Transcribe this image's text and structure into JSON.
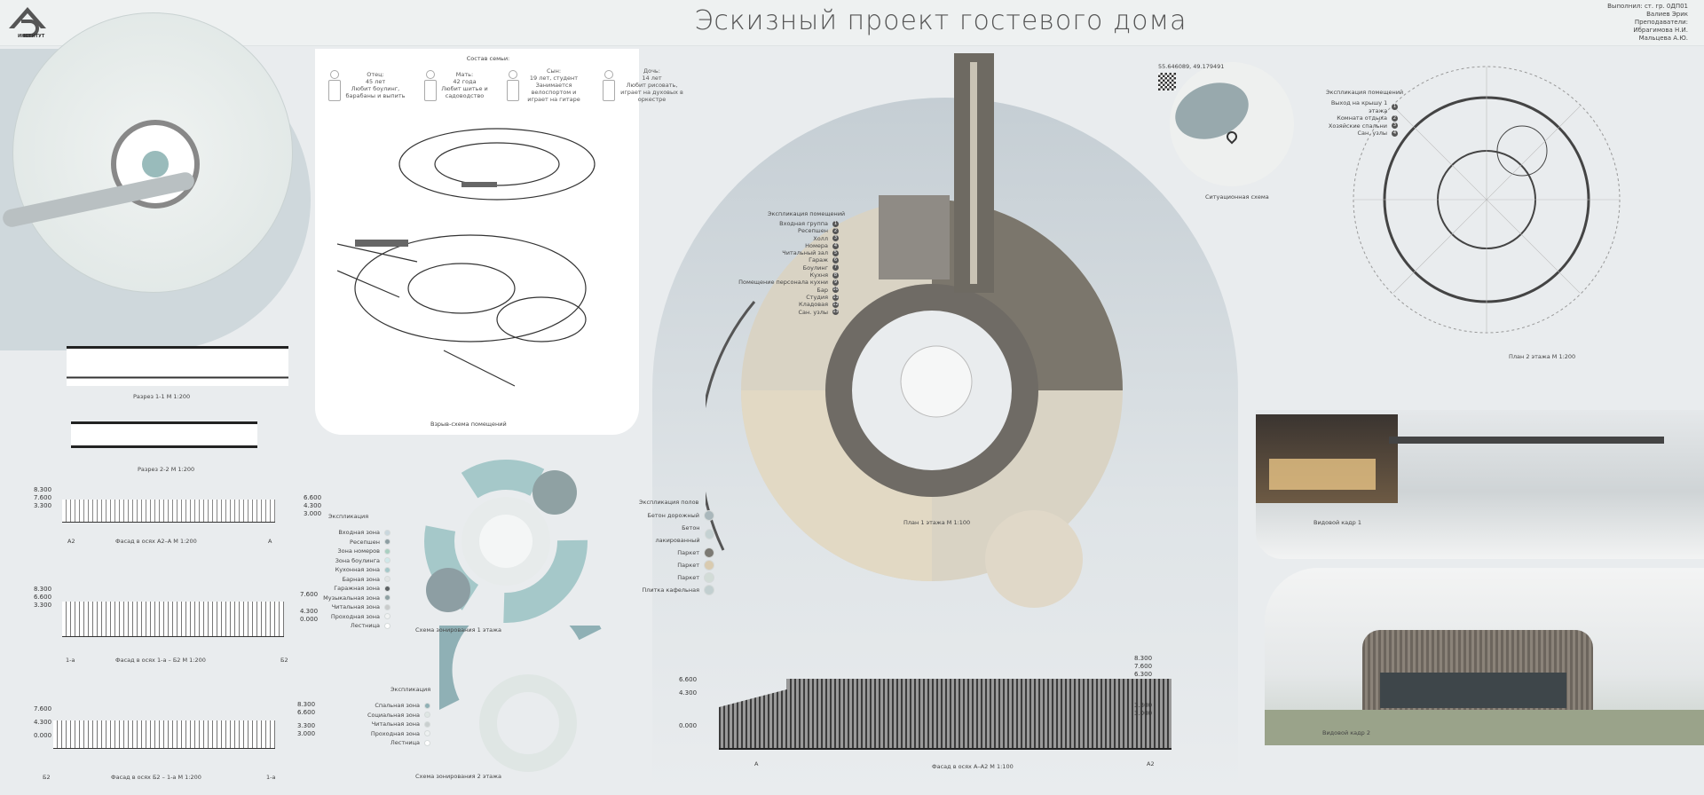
{
  "header": {
    "title": "Эскизный проект гостевого дома",
    "authors": [
      "Выполнил: ст. гр. 0ДП01",
      "Валиев Эрик",
      "Преподаватели:",
      "Ибрагимова Н.И.",
      "Мальцева А.Ю."
    ],
    "logo_text": "ИНСТИТУТ архитектуры и дизайна"
  },
  "family": {
    "title": "Состав семьи:",
    "members": [
      {
        "role": "Отец:",
        "age": "45 лет",
        "desc": "Любит боулинг, барабаны и выпить"
      },
      {
        "role": "Мать:",
        "age": "42 года",
        "desc": "Любит шитье и садоводство"
      },
      {
        "role": "Сын:",
        "age": "19 лет, студент",
        "desc": "Занимается велоспортом и играет на гитаре"
      },
      {
        "role": "Дочь:",
        "age": "14 лет",
        "desc": "Любит рисовать, играет на духовых в оркестре"
      }
    ]
  },
  "captions": {
    "section1": "Разрез 1-1   М 1:200",
    "section2": "Разрез 2-2   М 1:200",
    "explode": "Взрыв-схема помещений",
    "facade1": "Фасад в осях А2–А   М 1:200",
    "facade2": "Фасад в осях 1-а – Б2   М 1:200",
    "facade3": "Фасад в осях Б2 – 1-а   М 1:200",
    "zoning1": "Схема зонирования 1 этажа",
    "zoning2": "Схема зонирования 2 этажа",
    "plan1": "План 1 этажа   М 1:100",
    "plan2": "План 2 этажа   М 1:200",
    "facade_main": "Фасад в осях А–А2   М 1:100",
    "situation": "Ситуационная схема",
    "render1": "Видовой кадр 1",
    "render2": "Видовой кадр 2"
  },
  "coordinates": "55.646089, 49.179491",
  "levels": {
    "f1_left": [
      "8.300",
      "7.600",
      "3.300"
    ],
    "f1_right": [
      "6.600",
      "4.300",
      "3.000"
    ],
    "f2_left": [
      "8.300",
      "6.600",
      "3.300"
    ],
    "f2_right": [
      "7.600",
      "4.300",
      "0.000"
    ],
    "f3_left": [
      "7.600",
      "4.300",
      "0.000"
    ],
    "f3_right": [
      "8.300",
      "6.600",
      "3.300",
      "3.000"
    ],
    "main_left": [
      "6.600",
      "4.300",
      "0.000"
    ],
    "main_right": [
      "8.300",
      "7.600",
      "6.300",
      "3.300",
      "3.000"
    ]
  },
  "axes": {
    "f1": [
      "А2",
      "А"
    ],
    "f2": [
      "1-а",
      "Б2"
    ],
    "f3": [
      "Б2",
      "1-а"
    ],
    "main": [
      "А",
      "А2"
    ]
  },
  "rooms1": {
    "title": "Экспликация помещений",
    "items": [
      "Входная группа",
      "Ресепшен",
      "Холл",
      "Номера",
      "Читальный зал",
      "Гараж",
      "Боулинг",
      "Кухня",
      "Помещение персонала кухни",
      "Бар",
      "Студия",
      "Кладовая",
      "Сан. узлы"
    ]
  },
  "rooms2": {
    "title": "Экспликация помещений",
    "items": [
      "Выход на крышу 1 этажа",
      "Комната отдыха",
      "Хозяйские спальни",
      "Сан. узлы"
    ]
  },
  "floors": {
    "title": "Экспликация полов",
    "items": [
      {
        "label": "Бетон дорожный",
        "color": "#a9b7bb"
      },
      {
        "label": "Бетон лакированный",
        "color": "#c5d2d3"
      },
      {
        "label": "Паркет",
        "color": "#7c7a74"
      },
      {
        "label": "Паркет",
        "color": "#d9cbb0"
      },
      {
        "label": "Паркет",
        "color": "#d2dcd7"
      },
      {
        "label": "Плитка кафельная",
        "color": "#c2cfd0"
      }
    ]
  },
  "zoning1": {
    "title": "Экспликация",
    "items": [
      {
        "label": "Входная зона",
        "color": "#c9d7de"
      },
      {
        "label": "Ресепшен",
        "color": "#8d9ea3"
      },
      {
        "label": "Зона номеров",
        "color": "#a9cfc1"
      },
      {
        "label": "Зона боулинга",
        "color": "#d0e8ea"
      },
      {
        "label": "Кухонная зона",
        "color": "#a5c8c9"
      },
      {
        "label": "Барная зона",
        "color": "#e1e4e4"
      },
      {
        "label": "Гаражная зона",
        "color": "#5d6264"
      },
      {
        "label": "Музыкальная зона",
        "color": "#8fa1a3"
      },
      {
        "label": "Читальная зона",
        "color": "#c9cbcb"
      },
      {
        "label": "Проходная зона",
        "color": "#f1f3f3"
      },
      {
        "label": "Лестница",
        "color": "#ffffff"
      }
    ]
  },
  "zoning2": {
    "title": "Экспликация",
    "items": [
      {
        "label": "Спальная зона",
        "color": "#8fb0b5"
      },
      {
        "label": "Социальная зона",
        "color": "#dfe6e4"
      },
      {
        "label": "Читальная зона",
        "color": "#c9cfcf"
      },
      {
        "label": "Проходная зона",
        "color": "#eef1f1"
      },
      {
        "label": "Лестница",
        "color": "#ffffff"
      }
    ]
  }
}
